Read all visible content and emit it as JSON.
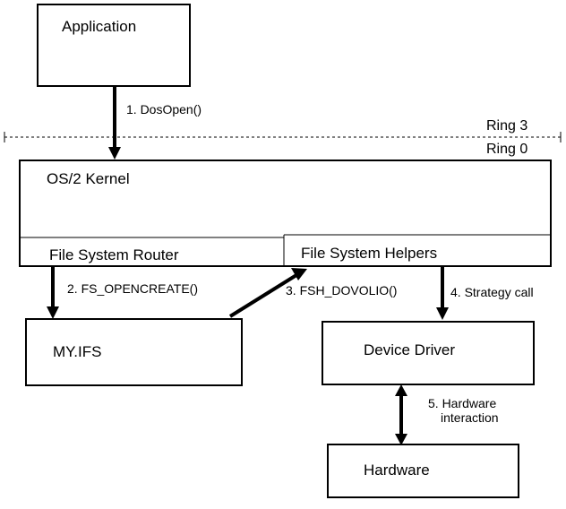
{
  "boxes": {
    "application": "Application",
    "kernel": "OS/2 Kernel",
    "router": "File System Router",
    "helpers": "File System Helpers",
    "myifs": "MY.IFS",
    "device_driver": "Device Driver",
    "hardware": "Hardware"
  },
  "arrows": {
    "dosopen": "1. DosOpen()",
    "fs_opencreate": "2. FS_OPENCREATE()",
    "fsh_dovolio": "3. FSH_DOVOLIO()",
    "strategy": "4. Strategy call",
    "hw_interaction_line1": "5. Hardware",
    "hw_interaction_line2": "interaction"
  },
  "rings": {
    "ring3": "Ring 3",
    "ring0": "Ring 0"
  }
}
